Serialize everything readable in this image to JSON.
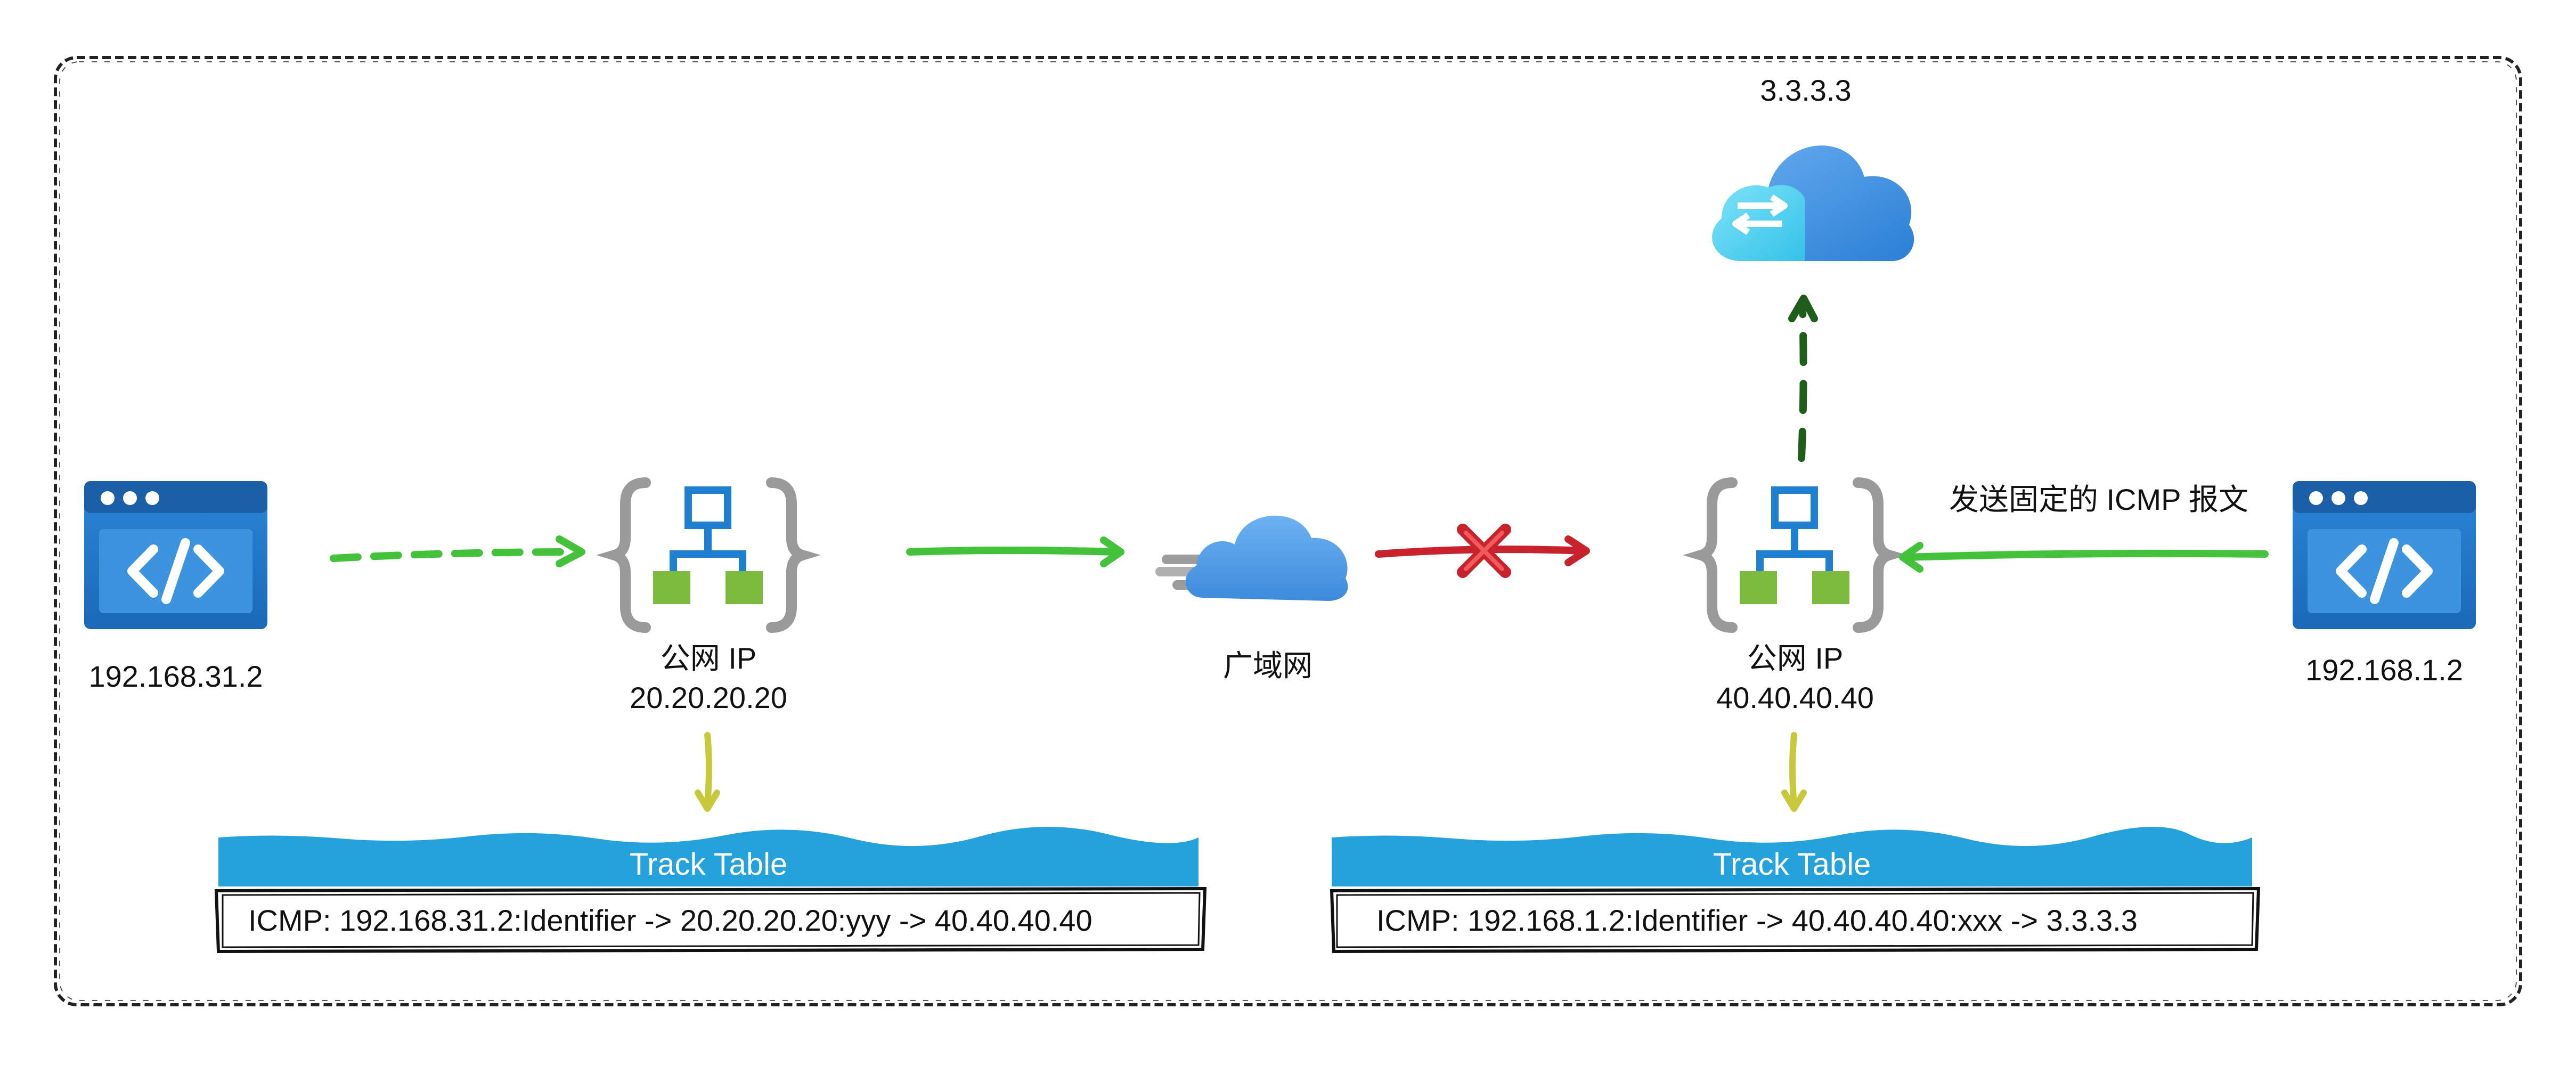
{
  "labels": {
    "left_client_ip": "192.168.31.2",
    "left_nat_label": "公网 IP",
    "left_nat_ip": "20.20.20.20",
    "wan_label": "广域网",
    "right_nat_label": "公网 IP",
    "right_nat_ip": "40.40.40.40",
    "right_client_ip": "192.168.1.2",
    "server_ip": "3.3.3.3",
    "send_note": "发送固定的 ICMP 报文"
  },
  "track_tables": [
    {
      "title": "Track Table",
      "row": "ICMP: 192.168.31.2:Identifier -> 20.20.20.20:yyy -> 40.40.40.40"
    },
    {
      "title": "Track Table",
      "row": "ICMP: 192.168.1.2:Identifier -> 40.40.40.40:xxx -> 3.3.3.3"
    }
  ],
  "icons": {
    "clients": "code-window-icon",
    "nat": "nat-gateway-icon",
    "wan": "cloud-icon",
    "server": "cloud-exchange-icon",
    "blocked": "x-mark-icon"
  },
  "colors": {
    "green_arrow": "#44c23c",
    "red_arrow": "#c8232c",
    "dark_green_arrow": "#1e5e1a",
    "yellow_arrow": "#c7c83a",
    "table_header": "#25a2dc",
    "client_icon": "#1c6fbe",
    "nat_icon": "#1f7fd0",
    "nat_nodes": "#7dbb3e",
    "cloud": "#5aa3ea"
  }
}
